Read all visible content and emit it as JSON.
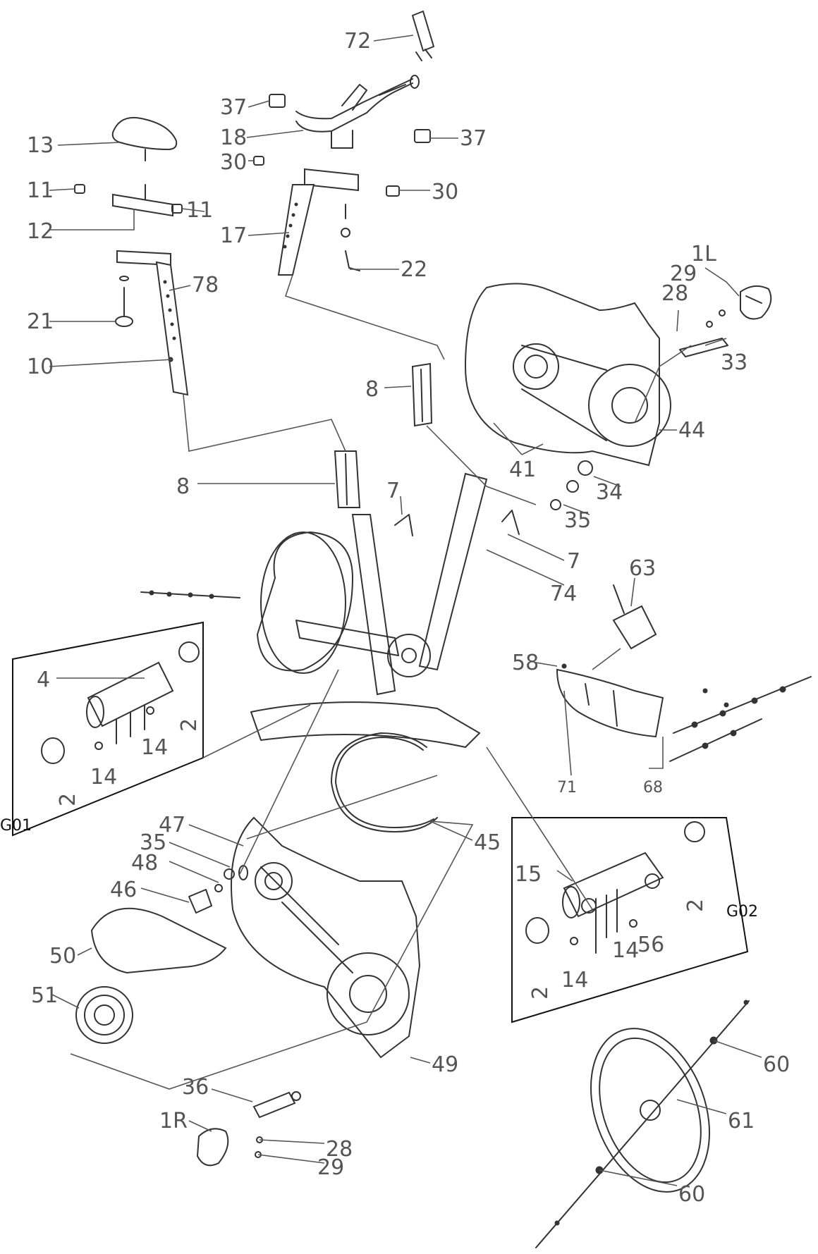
{
  "callouts": [
    {
      "id": "c72",
      "text": "72"
    },
    {
      "id": "c37a",
      "text": "37"
    },
    {
      "id": "c37b",
      "text": "37"
    },
    {
      "id": "c18",
      "text": "18"
    },
    {
      "id": "c30a",
      "text": "30"
    },
    {
      "id": "c30b",
      "text": "30"
    },
    {
      "id": "c17",
      "text": "17"
    },
    {
      "id": "c22",
      "text": "22"
    },
    {
      "id": "c13",
      "text": "13"
    },
    {
      "id": "c11a",
      "text": "11"
    },
    {
      "id": "c11b",
      "text": "11"
    },
    {
      "id": "c12",
      "text": "12"
    },
    {
      "id": "c78",
      "text": "78"
    },
    {
      "id": "c21",
      "text": "21"
    },
    {
      "id": "c10",
      "text": "10"
    },
    {
      "id": "c1L",
      "text": "1L"
    },
    {
      "id": "c29a",
      "text": "29"
    },
    {
      "id": "c28a",
      "text": "28"
    },
    {
      "id": "c33",
      "text": "33"
    },
    {
      "id": "c8a",
      "text": "8"
    },
    {
      "id": "c44",
      "text": "44"
    },
    {
      "id": "c41",
      "text": "41"
    },
    {
      "id": "c34",
      "text": "34"
    },
    {
      "id": "c8b",
      "text": "8"
    },
    {
      "id": "c7a",
      "text": "7"
    },
    {
      "id": "c35a",
      "text": "35"
    },
    {
      "id": "c7b",
      "text": "7"
    },
    {
      "id": "c74",
      "text": "74"
    },
    {
      "id": "c63",
      "text": "63"
    },
    {
      "id": "c58",
      "text": "58"
    },
    {
      "id": "c4",
      "text": "4"
    },
    {
      "id": "c2a",
      "text": "2"
    },
    {
      "id": "c14a",
      "text": "14"
    },
    {
      "id": "c14b",
      "text": "14"
    },
    {
      "id": "c2b",
      "text": "2"
    },
    {
      "id": "c71",
      "text": "71"
    },
    {
      "id": "c68",
      "text": "68"
    },
    {
      "id": "c47",
      "text": "47"
    },
    {
      "id": "c35b",
      "text": "35"
    },
    {
      "id": "c48",
      "text": "48"
    },
    {
      "id": "c46",
      "text": "46"
    },
    {
      "id": "c45",
      "text": "45"
    },
    {
      "id": "c15",
      "text": "15"
    },
    {
      "id": "c2c",
      "text": "2"
    },
    {
      "id": "c56",
      "text": "56"
    },
    {
      "id": "c14c",
      "text": "14"
    },
    {
      "id": "c14d",
      "text": "14"
    },
    {
      "id": "c2d",
      "text": "2"
    },
    {
      "id": "c50",
      "text": "50"
    },
    {
      "id": "c51",
      "text": "51"
    },
    {
      "id": "c49",
      "text": "49"
    },
    {
      "id": "c36",
      "text": "36"
    },
    {
      "id": "c1R",
      "text": "1R"
    },
    {
      "id": "c28b",
      "text": "28"
    },
    {
      "id": "c29b",
      "text": "29"
    },
    {
      "id": "c60a",
      "text": "60"
    },
    {
      "id": "c61",
      "text": "61"
    },
    {
      "id": "c60b",
      "text": "60"
    }
  ],
  "groups": {
    "g01": "G01",
    "g02": "G02"
  }
}
